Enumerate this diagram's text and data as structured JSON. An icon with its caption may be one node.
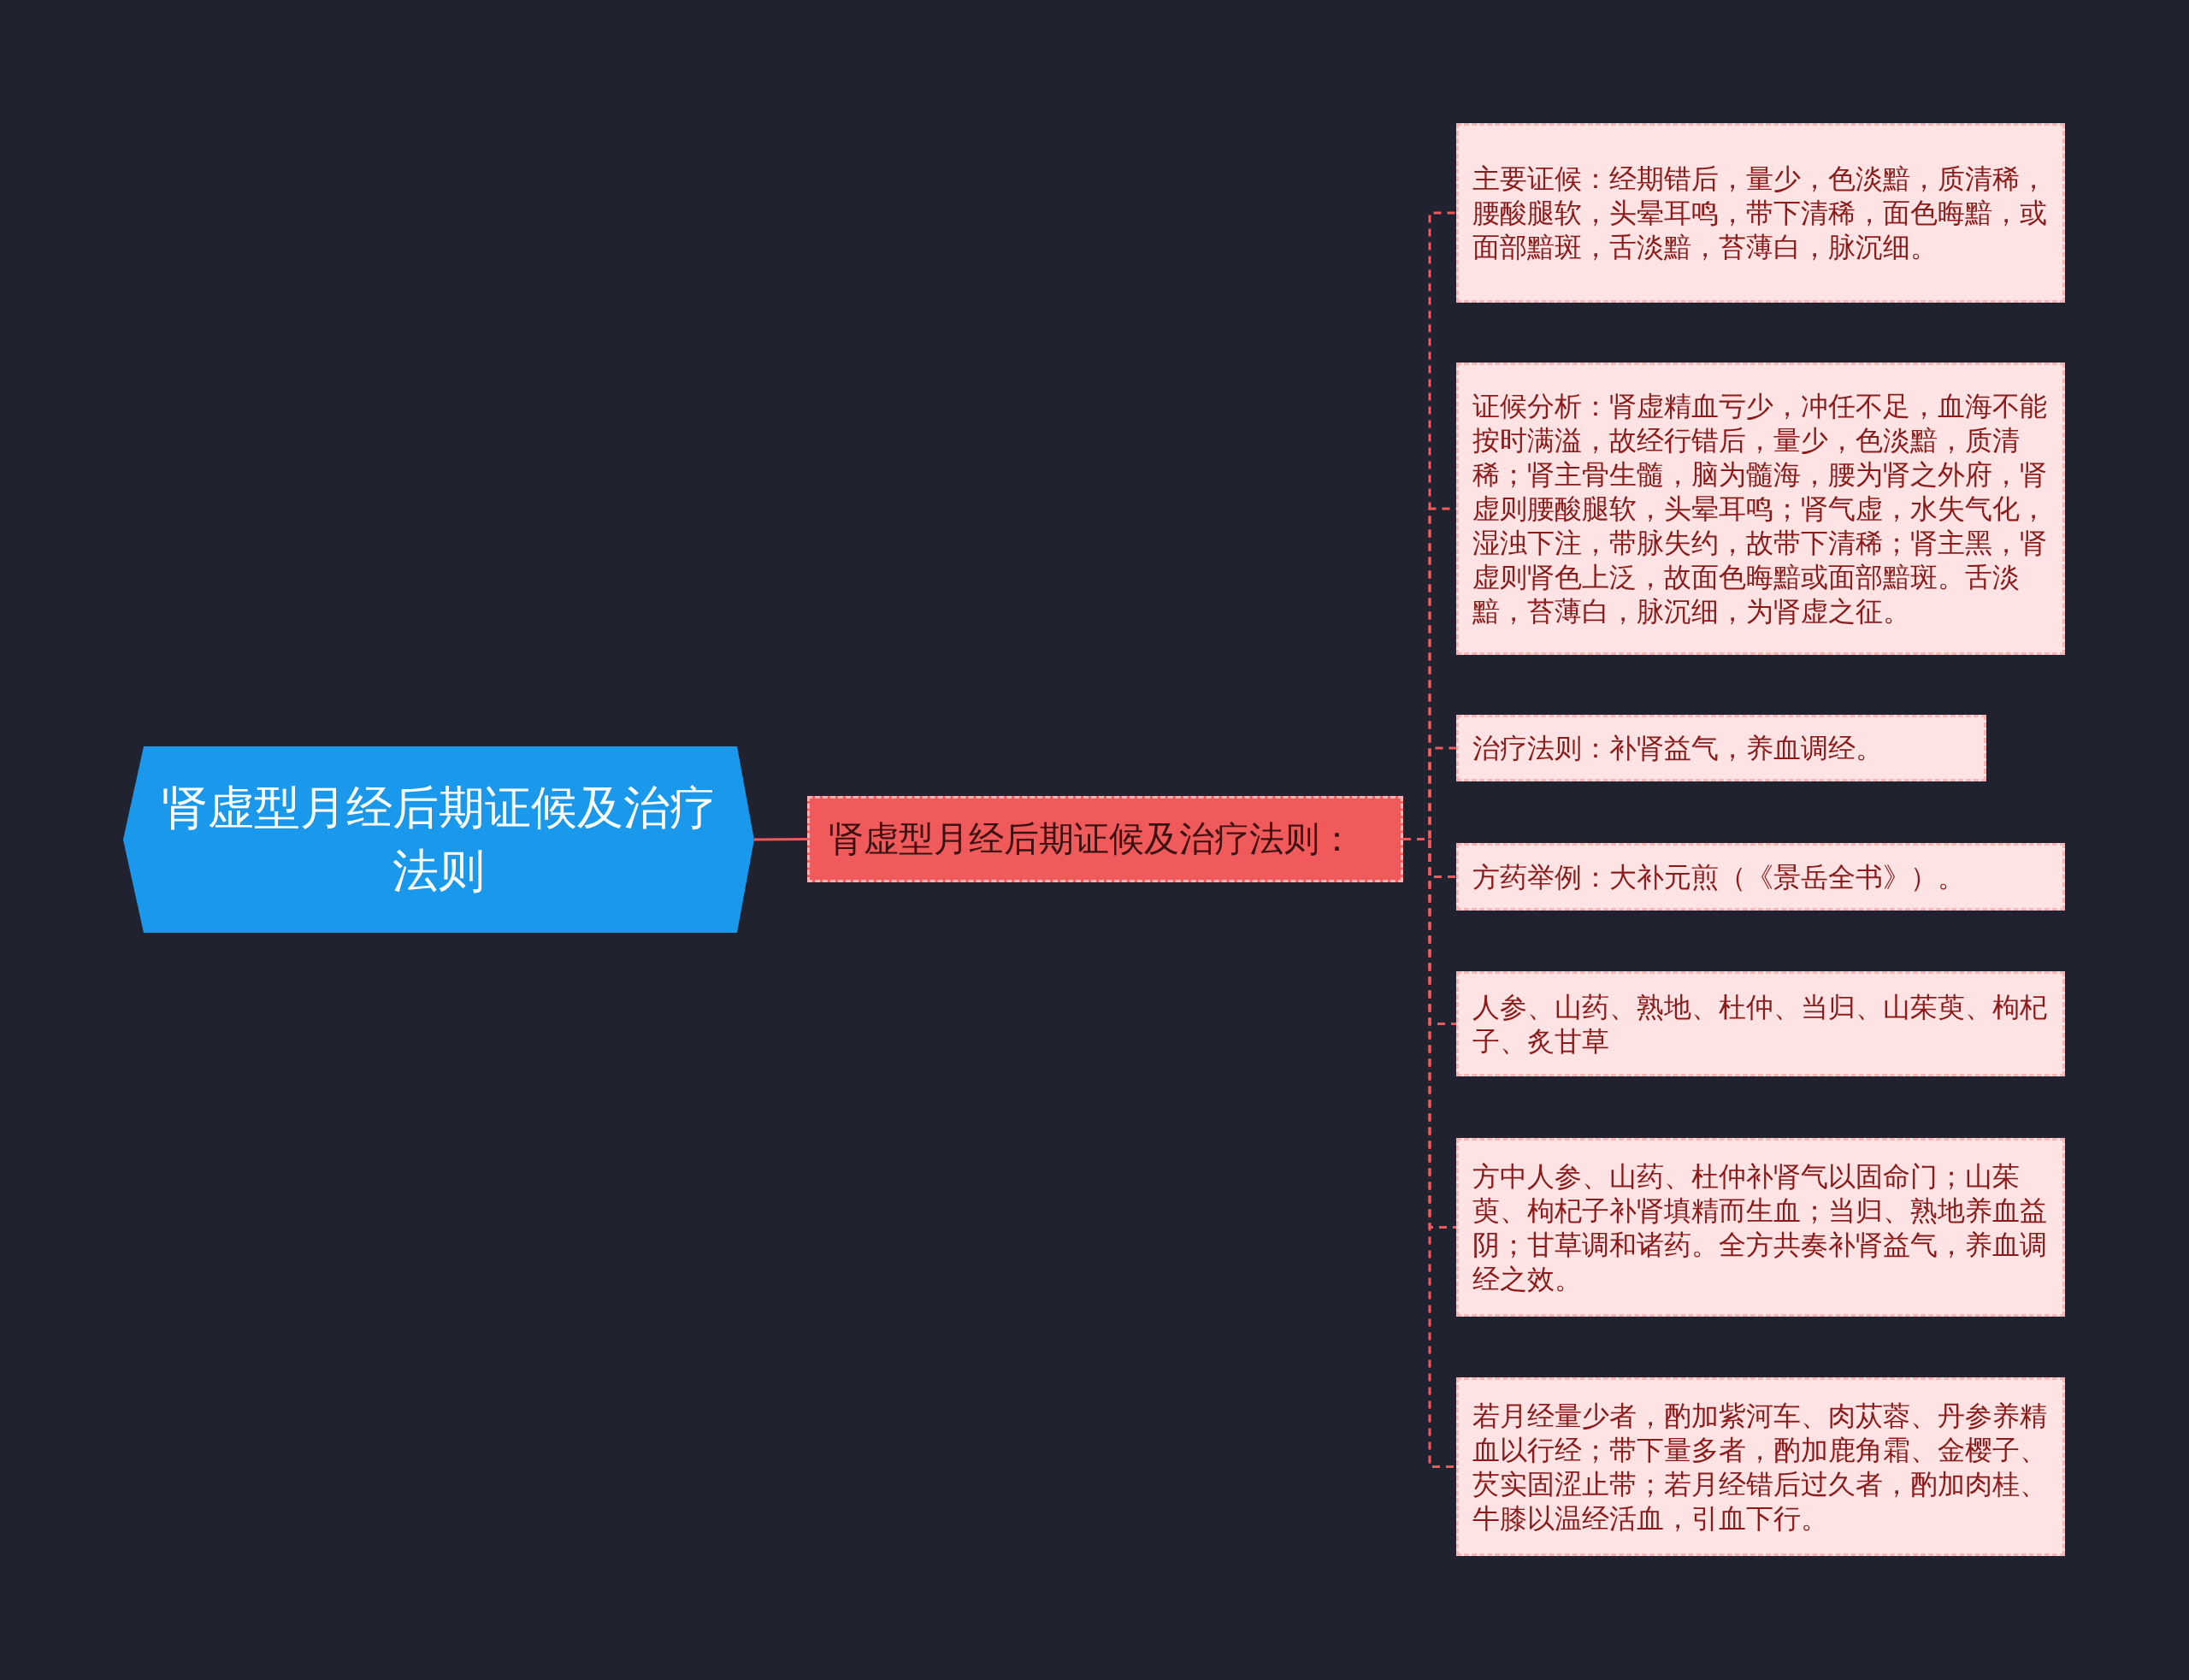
{
  "diagram": {
    "nodes": [
      {
        "text": [
          "肾虚型月经后期证候及治疗法则"
        ]
      },
      {
        "text": [
          "肾虚型月经后期证候及治疗法则："
        ]
      },
      {
        "text": [
          "主要证候：经期错后，量少，色淡黯，质清稀，腰酸腿软，头晕耳鸣，带下清稀，面色晦黯，或面部黯斑，舌淡黯，苔薄白，脉沉细。"
        ]
      },
      {
        "text": [
          "证候分析：肾虚精血亏少，冲任不足，血海不能按时满溢，故经行错后，量少，色淡黯，质清稀；肾主骨生髓，脑为髓海，腰为肾之外府，肾虚则腰酸腿软，头晕耳鸣；肾气虚，水失气化，湿浊下注，带脉失约，故带下清稀；肾主黑，肾虚则肾色上泛，故面色晦黯或面部黯斑。舌淡黯，苔薄白，脉沉细，为肾虚之征。"
        ]
      },
      {
        "text": [
          "治疗法则：补肾益气，养血调经。"
        ]
      },
      {
        "text": [
          "方药举例：大补元煎（《景岳全书》）。"
        ]
      },
      {
        "text": [
          "人参、山药、熟地、杜仲、当归、山茱萸、枸杞子、炙甘草"
        ]
      },
      {
        "text": [
          "方中人参、山药、杜仲补肾气以固命门；山茱萸、枸杞子补肾填精而生血；当归、熟地养血益阴；甘草调和诸药。全方共奏补肾益气，养血调经之效。"
        ]
      },
      {
        "text": [
          "若月经量少者，酌加紫河车、肉苁蓉、丹参养精血以行经；带下量多者，酌加鹿角霜、金樱子、芡实固涩止带；若月经错后过久者，酌加肉桂、牛膝以温经活血，引血下行。"
        ]
      }
    ],
    "edges": [
      {
        "from": 0,
        "to": 1,
        "arrow": "none"
      },
      {
        "from": 1,
        "to": 2,
        "arrow": "none",
        "style": "dashed"
      },
      {
        "from": 1,
        "to": 3,
        "arrow": "none",
        "style": "dashed"
      },
      {
        "from": 1,
        "to": 4,
        "arrow": "none",
        "style": "dashed"
      },
      {
        "from": 1,
        "to": 5,
        "arrow": "none",
        "style": "dashed"
      },
      {
        "from": 1,
        "to": 6,
        "arrow": "none",
        "style": "dashed"
      },
      {
        "from": 1,
        "to": 7,
        "arrow": "none",
        "style": "dashed"
      },
      {
        "from": 1,
        "to": 8,
        "arrow": "none",
        "style": "dashed"
      }
    ]
  }
}
